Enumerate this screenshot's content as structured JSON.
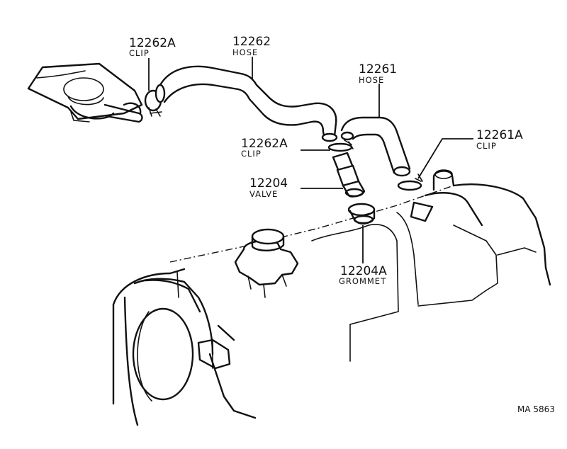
{
  "callouts": [
    {
      "id": "clip-left",
      "number": "12262A",
      "name": "CLIP"
    },
    {
      "id": "hose-left",
      "number": "12262",
      "name": "HOSE"
    },
    {
      "id": "hose-right",
      "number": "12261",
      "name": "HOSE"
    },
    {
      "id": "clip-middle",
      "number": "12262A",
      "name": "CLIP"
    },
    {
      "id": "clip-right",
      "number": "12261A",
      "name": "CLIP"
    },
    {
      "id": "valve",
      "number": "12204",
      "name": "VALVE"
    },
    {
      "id": "grommet",
      "number": "12204A",
      "name": "GROMMET"
    }
  ],
  "figure_code": "MA 5863"
}
